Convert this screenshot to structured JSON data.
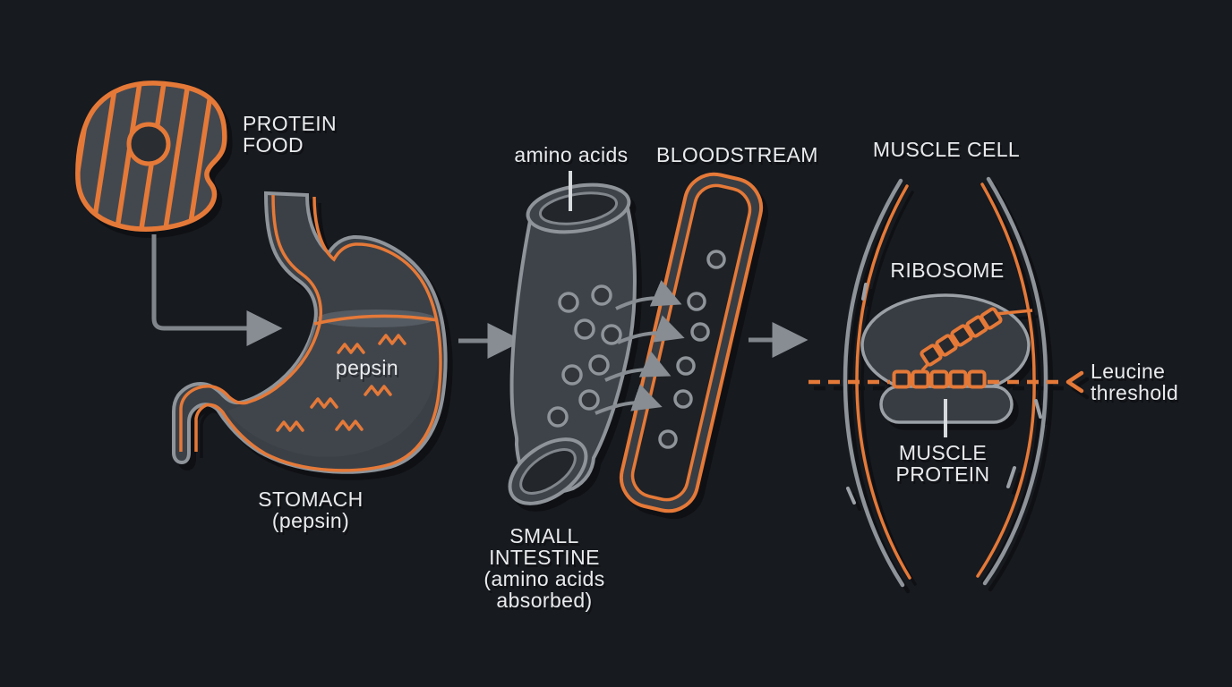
{
  "colors": {
    "background": "#171a1f",
    "accent_orange": "#e57938",
    "outline_gray": "#8e949a",
    "shape_fill": "#3e434a",
    "text": "#e9ebed"
  },
  "labels": {
    "protein_food": "PROTEIN\nFOOD",
    "stomach": "STOMACH\n(pepsin)",
    "pepsin": "pepsin",
    "amino_acids": "amino acids",
    "small_intestine": "SMALL\nINTESTINE\n(amino acids\nabsorbed)",
    "bloodstream": "BLOODSTREAM",
    "muscle_cell": "MUSCLE CELL",
    "ribosome": "RIBOSOME",
    "muscle_protein": "MUSCLE\nPROTEIN",
    "leucine_threshold": "Leucine\nthreshold"
  }
}
